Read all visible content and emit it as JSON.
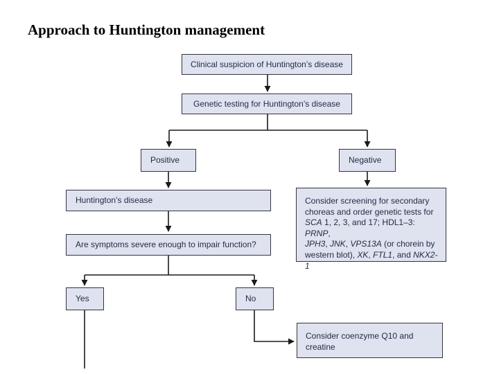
{
  "page": {
    "title": "Approach to Huntington management"
  },
  "flowchart": {
    "nodes": {
      "clinical": {
        "label": "Clinical suspicion of Huntington’s disease"
      },
      "genetic": {
        "label": "Genetic testing for Huntington’s disease"
      },
      "positive": {
        "label": "Positive"
      },
      "negative": {
        "label": "Negative"
      },
      "huntingtons": {
        "label": "Huntington’s disease"
      },
      "symptoms": {
        "label": "Are symptoms severe enough to impair function?"
      },
      "screening": {
        "rich_label": [
          {
            "t": "Consider screening for secondary"
          },
          {
            "br": true
          },
          {
            "t": "choreas and order genetic tests for"
          },
          {
            "br": true
          },
          {
            "t": "SCA",
            "i": true
          },
          {
            "t": " 1, 2, 3, and 17; HDL1–3: "
          },
          {
            "t": "PRNP",
            "i": true
          },
          {
            "t": ","
          },
          {
            "br": true
          },
          {
            "t": "JPH3",
            "i": true
          },
          {
            "t": ", "
          },
          {
            "t": "JNK",
            "i": true
          },
          {
            "t": ", "
          },
          {
            "t": "VPS13A",
            "i": true
          },
          {
            "t": " (or chorein by"
          },
          {
            "br": true
          },
          {
            "t": "western blot), "
          },
          {
            "t": "XK",
            "i": true
          },
          {
            "t": ", "
          },
          {
            "t": "FTL1",
            "i": true
          },
          {
            "t": ", and "
          },
          {
            "t": "NKX2-1",
            "i": true
          }
        ]
      },
      "yes": {
        "label": "Yes"
      },
      "no": {
        "label": "No"
      },
      "coenzyme": {
        "label": "Consider coenzyme Q10 and creatine"
      }
    },
    "edges": [
      {
        "from": "clinical",
        "to": "genetic"
      },
      {
        "from": "genetic",
        "to": "positive"
      },
      {
        "from": "genetic",
        "to": "negative"
      },
      {
        "from": "positive",
        "to": "huntingtons"
      },
      {
        "from": "negative",
        "to": "screening"
      },
      {
        "from": "huntingtons",
        "to": "symptoms"
      },
      {
        "from": "symptoms",
        "to": "yes"
      },
      {
        "from": "symptoms",
        "to": "no"
      },
      {
        "from": "no",
        "to": "coenzyme"
      },
      {
        "from": "yes",
        "to": "(continues off-screen)"
      }
    ],
    "colors": {
      "node_fill": "#dfe2ef",
      "node_border": "#34343c",
      "node_text": "#232d47",
      "connector": "#1a1a1c",
      "title_text": "#000000",
      "background": "#ffffff"
    }
  }
}
